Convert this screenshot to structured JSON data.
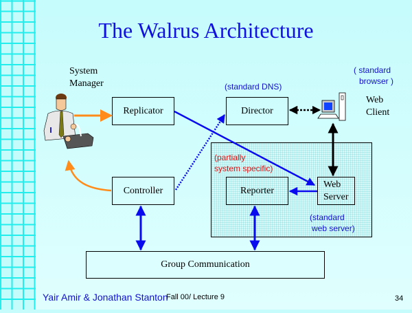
{
  "slide": {
    "title": "The Walrus Architecture",
    "footer": {
      "authors": "Yair Amir & Jonathan Stanton",
      "course": "Fall 00/ Lecture 9",
      "page_number": "34"
    }
  },
  "diagram": {
    "actors": {
      "system_manager": {
        "line1": "System",
        "line2": "Manager",
        "icon": "person-at-terminal-icon"
      },
      "web_client": {
        "line1": "Web",
        "line2": "Client",
        "icon": "desktop-computer-icon"
      }
    },
    "nodes": {
      "replicator": "Replicator",
      "controller": "Controller",
      "director": "Director",
      "reporter": "Reporter",
      "web_server_line1": "Web",
      "web_server_line2": "Server",
      "group_communication": "Group Communication"
    },
    "notes": {
      "standard_dns": "(standard DNS)",
      "standard_browser_line1": "( standard",
      "standard_browser_line2": "browser )",
      "partially_line1": "(partially",
      "partially_line2": "system specific)",
      "standard_web_server_line1": "(standard",
      "standard_web_server_line2": "web server)"
    },
    "edges": [
      {
        "from": "System Manager",
        "to": "Replicator",
        "style": "solid",
        "color": "orange",
        "direction": "forward"
      },
      {
        "from": "Controller",
        "to": "System Manager",
        "style": "solid-curved",
        "color": "orange",
        "direction": "forward"
      },
      {
        "from": "Replicator",
        "to": "Web Server",
        "style": "solid",
        "color": "blue",
        "direction": "forward"
      },
      {
        "from": "Controller",
        "to": "Director",
        "style": "dotted",
        "color": "blue",
        "direction": "forward"
      },
      {
        "from": "Director",
        "to": "Web Client",
        "style": "dotted",
        "color": "black",
        "direction": "both"
      },
      {
        "from": "Web Client",
        "to": "Web Server",
        "style": "solid",
        "color": "black",
        "direction": "both"
      },
      {
        "from": "Web Server",
        "to": "Reporter",
        "style": "solid",
        "color": "blue",
        "direction": "forward"
      },
      {
        "from": "Controller",
        "to": "Group Communication",
        "style": "solid",
        "color": "blue",
        "direction": "both"
      },
      {
        "from": "Reporter",
        "to": "Group Communication",
        "style": "solid",
        "color": "blue",
        "direction": "both"
      }
    ]
  },
  "colors": {
    "title": "#1111dd",
    "note_blue": "#1111cc",
    "note_red": "#dd1111",
    "orange_arrow": "#ff8c1a",
    "blue_arrow": "#0a0aee",
    "grid": "#22eeee"
  }
}
